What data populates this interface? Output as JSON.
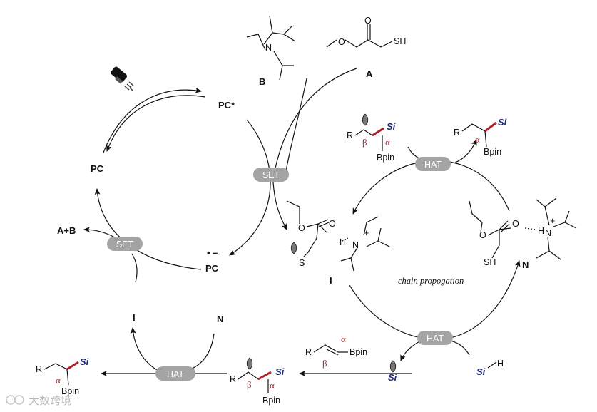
{
  "labels": {
    "pc_star": "PC*",
    "pc": "PC",
    "pc_radical_anion": "PC",
    "a_plus_b": "A+B",
    "b": "B",
    "a": "A",
    "i_center": "I",
    "i_bottom": "I",
    "n_right": "N",
    "n_bottom": "N",
    "chain": "chain propogation"
  },
  "pills": {
    "set_top": "SET",
    "set_left": "SET",
    "hat_top": "HAT",
    "hat_right": "HAT",
    "hat_bottom": "HAT"
  },
  "atoms": {
    "N": "N",
    "O": "O",
    "S": "S",
    "H": "H",
    "SH": "SH",
    "R": "R",
    "Bpin": "Bpin",
    "Si": "Si",
    "plus": "+",
    "minus": "–",
    "dot": "•",
    "alpha": "α",
    "beta": "β"
  },
  "watermark": "大数跨境",
  "colors": {
    "pill": "#a4a4a4",
    "red_bond": "#b01f2a",
    "si_blue": "#1d2b7a",
    "ink": "#111111"
  }
}
